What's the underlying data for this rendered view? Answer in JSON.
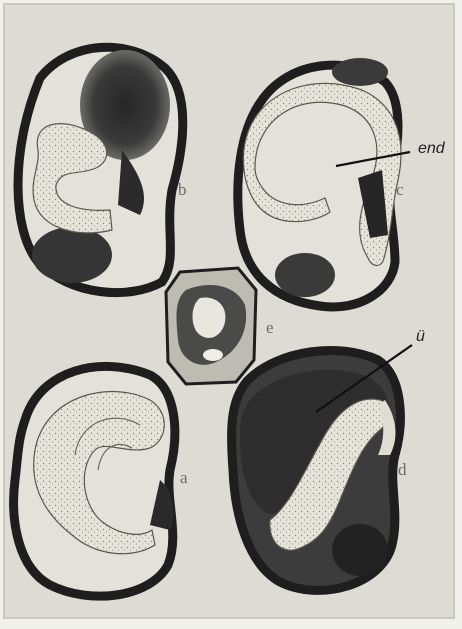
{
  "figure": {
    "panel_letters": [
      "a",
      "b",
      "c",
      "d",
      "e"
    ],
    "annotations": [
      "end",
      "ü"
    ],
    "colors": {
      "paper": "#f1f1ec",
      "plate": "#dddcd4",
      "outline": "#1e1e1e",
      "dark_mass": "#2f2f2f",
      "stippled_band": "#e6e4da",
      "stipple_dots": "#8a877c"
    }
  }
}
